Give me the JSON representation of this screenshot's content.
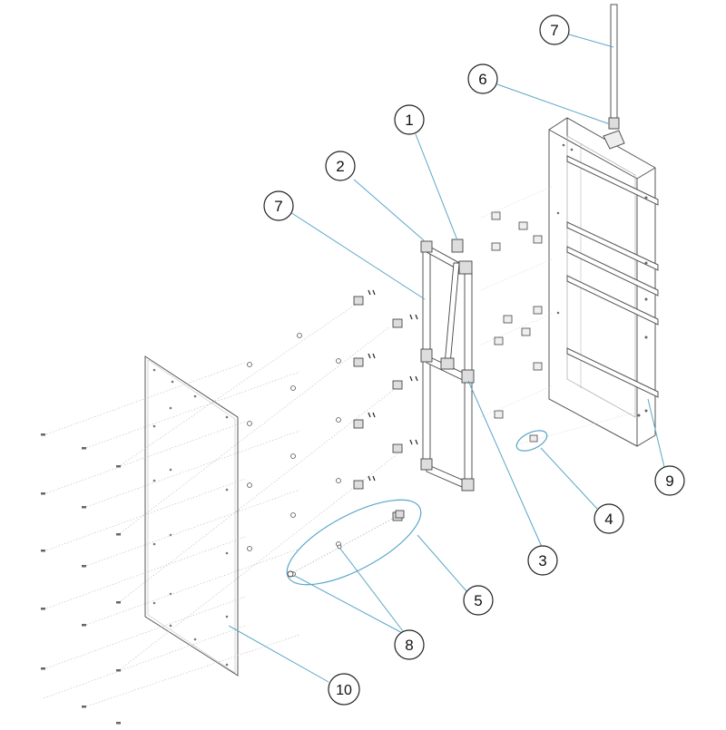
{
  "callouts": [
    {
      "id": "c1",
      "label": "1"
    },
    {
      "id": "c2",
      "label": "2"
    },
    {
      "id": "c3",
      "label": "3"
    },
    {
      "id": "c4",
      "label": "4"
    },
    {
      "id": "c5",
      "label": "5"
    },
    {
      "id": "c6",
      "label": "6"
    },
    {
      "id": "c7a",
      "label": "7"
    },
    {
      "id": "c7b",
      "label": "7"
    },
    {
      "id": "c8",
      "label": "8"
    },
    {
      "id": "c9",
      "label": "9"
    },
    {
      "id": "c10",
      "label": "10"
    }
  ],
  "colors": {
    "leader": "#5aa6c8",
    "drawing": "#555555",
    "callout_stroke": "#222222",
    "highlight": "#5aa6c8"
  }
}
